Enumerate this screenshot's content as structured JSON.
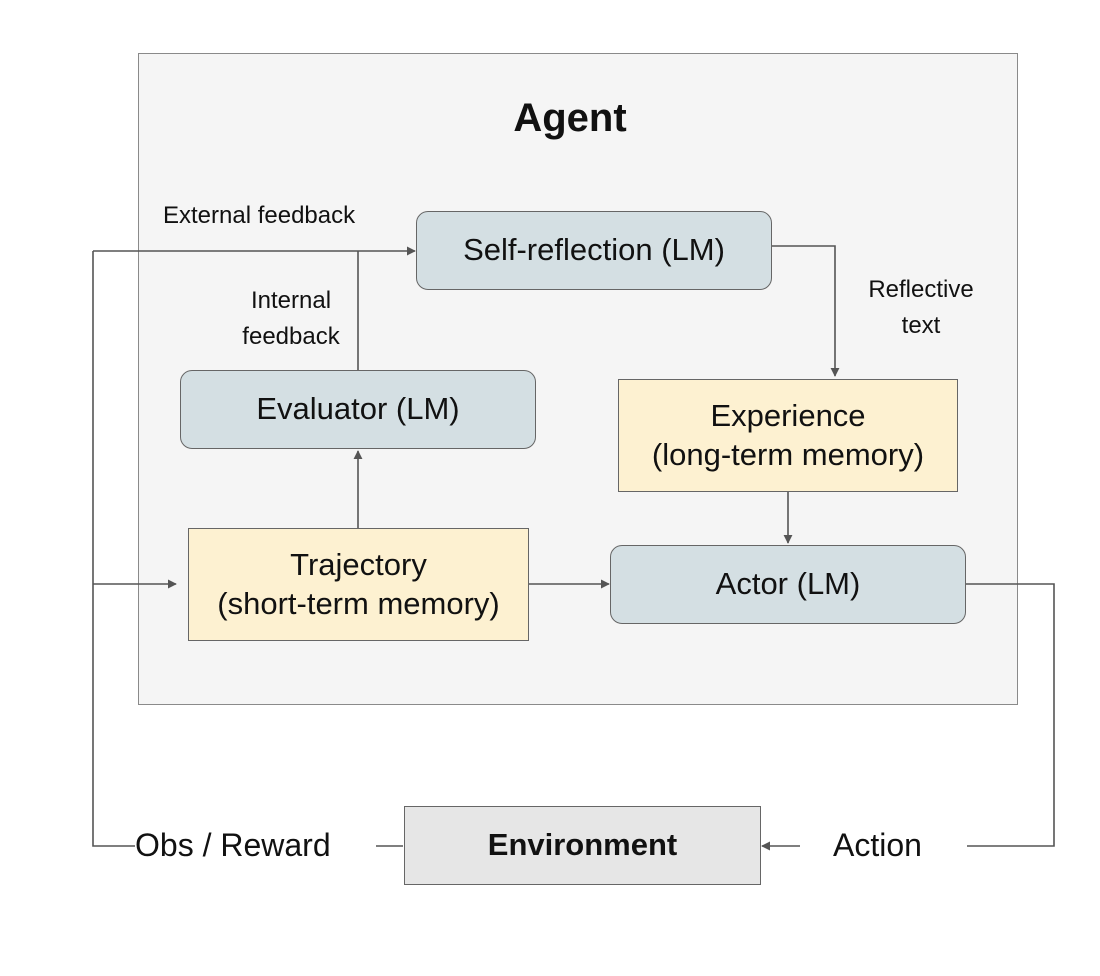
{
  "agent": {
    "title": "Agent"
  },
  "nodes": {
    "self_reflection": "Self-reflection (LM)",
    "evaluator": "Evaluator (LM)",
    "experience": [
      "Experience",
      "(long-term memory)"
    ],
    "trajectory": [
      "Trajectory",
      "(short-term memory)"
    ],
    "actor": "Actor (LM)",
    "environment": "Environment"
  },
  "edge_labels": {
    "external_feedback": "External feedback",
    "internal_feedback": [
      "Internal",
      "feedback"
    ],
    "reflective_text": [
      "Reflective",
      "text"
    ],
    "obs_reward": "Obs / Reward",
    "action": "Action"
  },
  "colors": {
    "lm_fill": "#d4dfe3",
    "memory_fill": "#fdf1d1",
    "environment_fill": "#e6e6e6",
    "agent_fill": "#f5f5f5",
    "stroke": "#555555"
  }
}
